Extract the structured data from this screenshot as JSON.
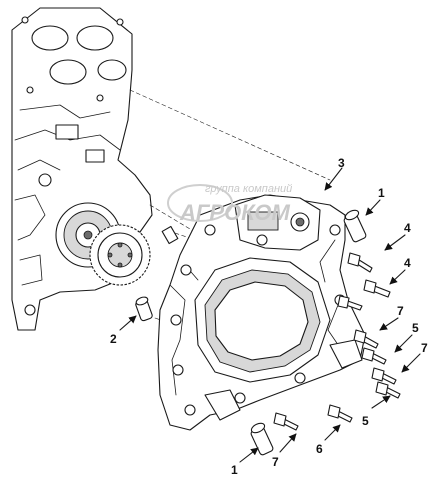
{
  "watermark": {
    "line1": "группа компаний",
    "line2": "АГРОКОМ"
  },
  "callouts": [
    "3",
    "1",
    "4",
    "4",
    "2",
    "7",
    "5",
    "7",
    "5",
    "6",
    "7",
    "1"
  ],
  "icons": [
    "engine-block-icon",
    "gear-cover-icon",
    "bolt-icon",
    "dowel-pin-icon",
    "arrow-icon"
  ]
}
